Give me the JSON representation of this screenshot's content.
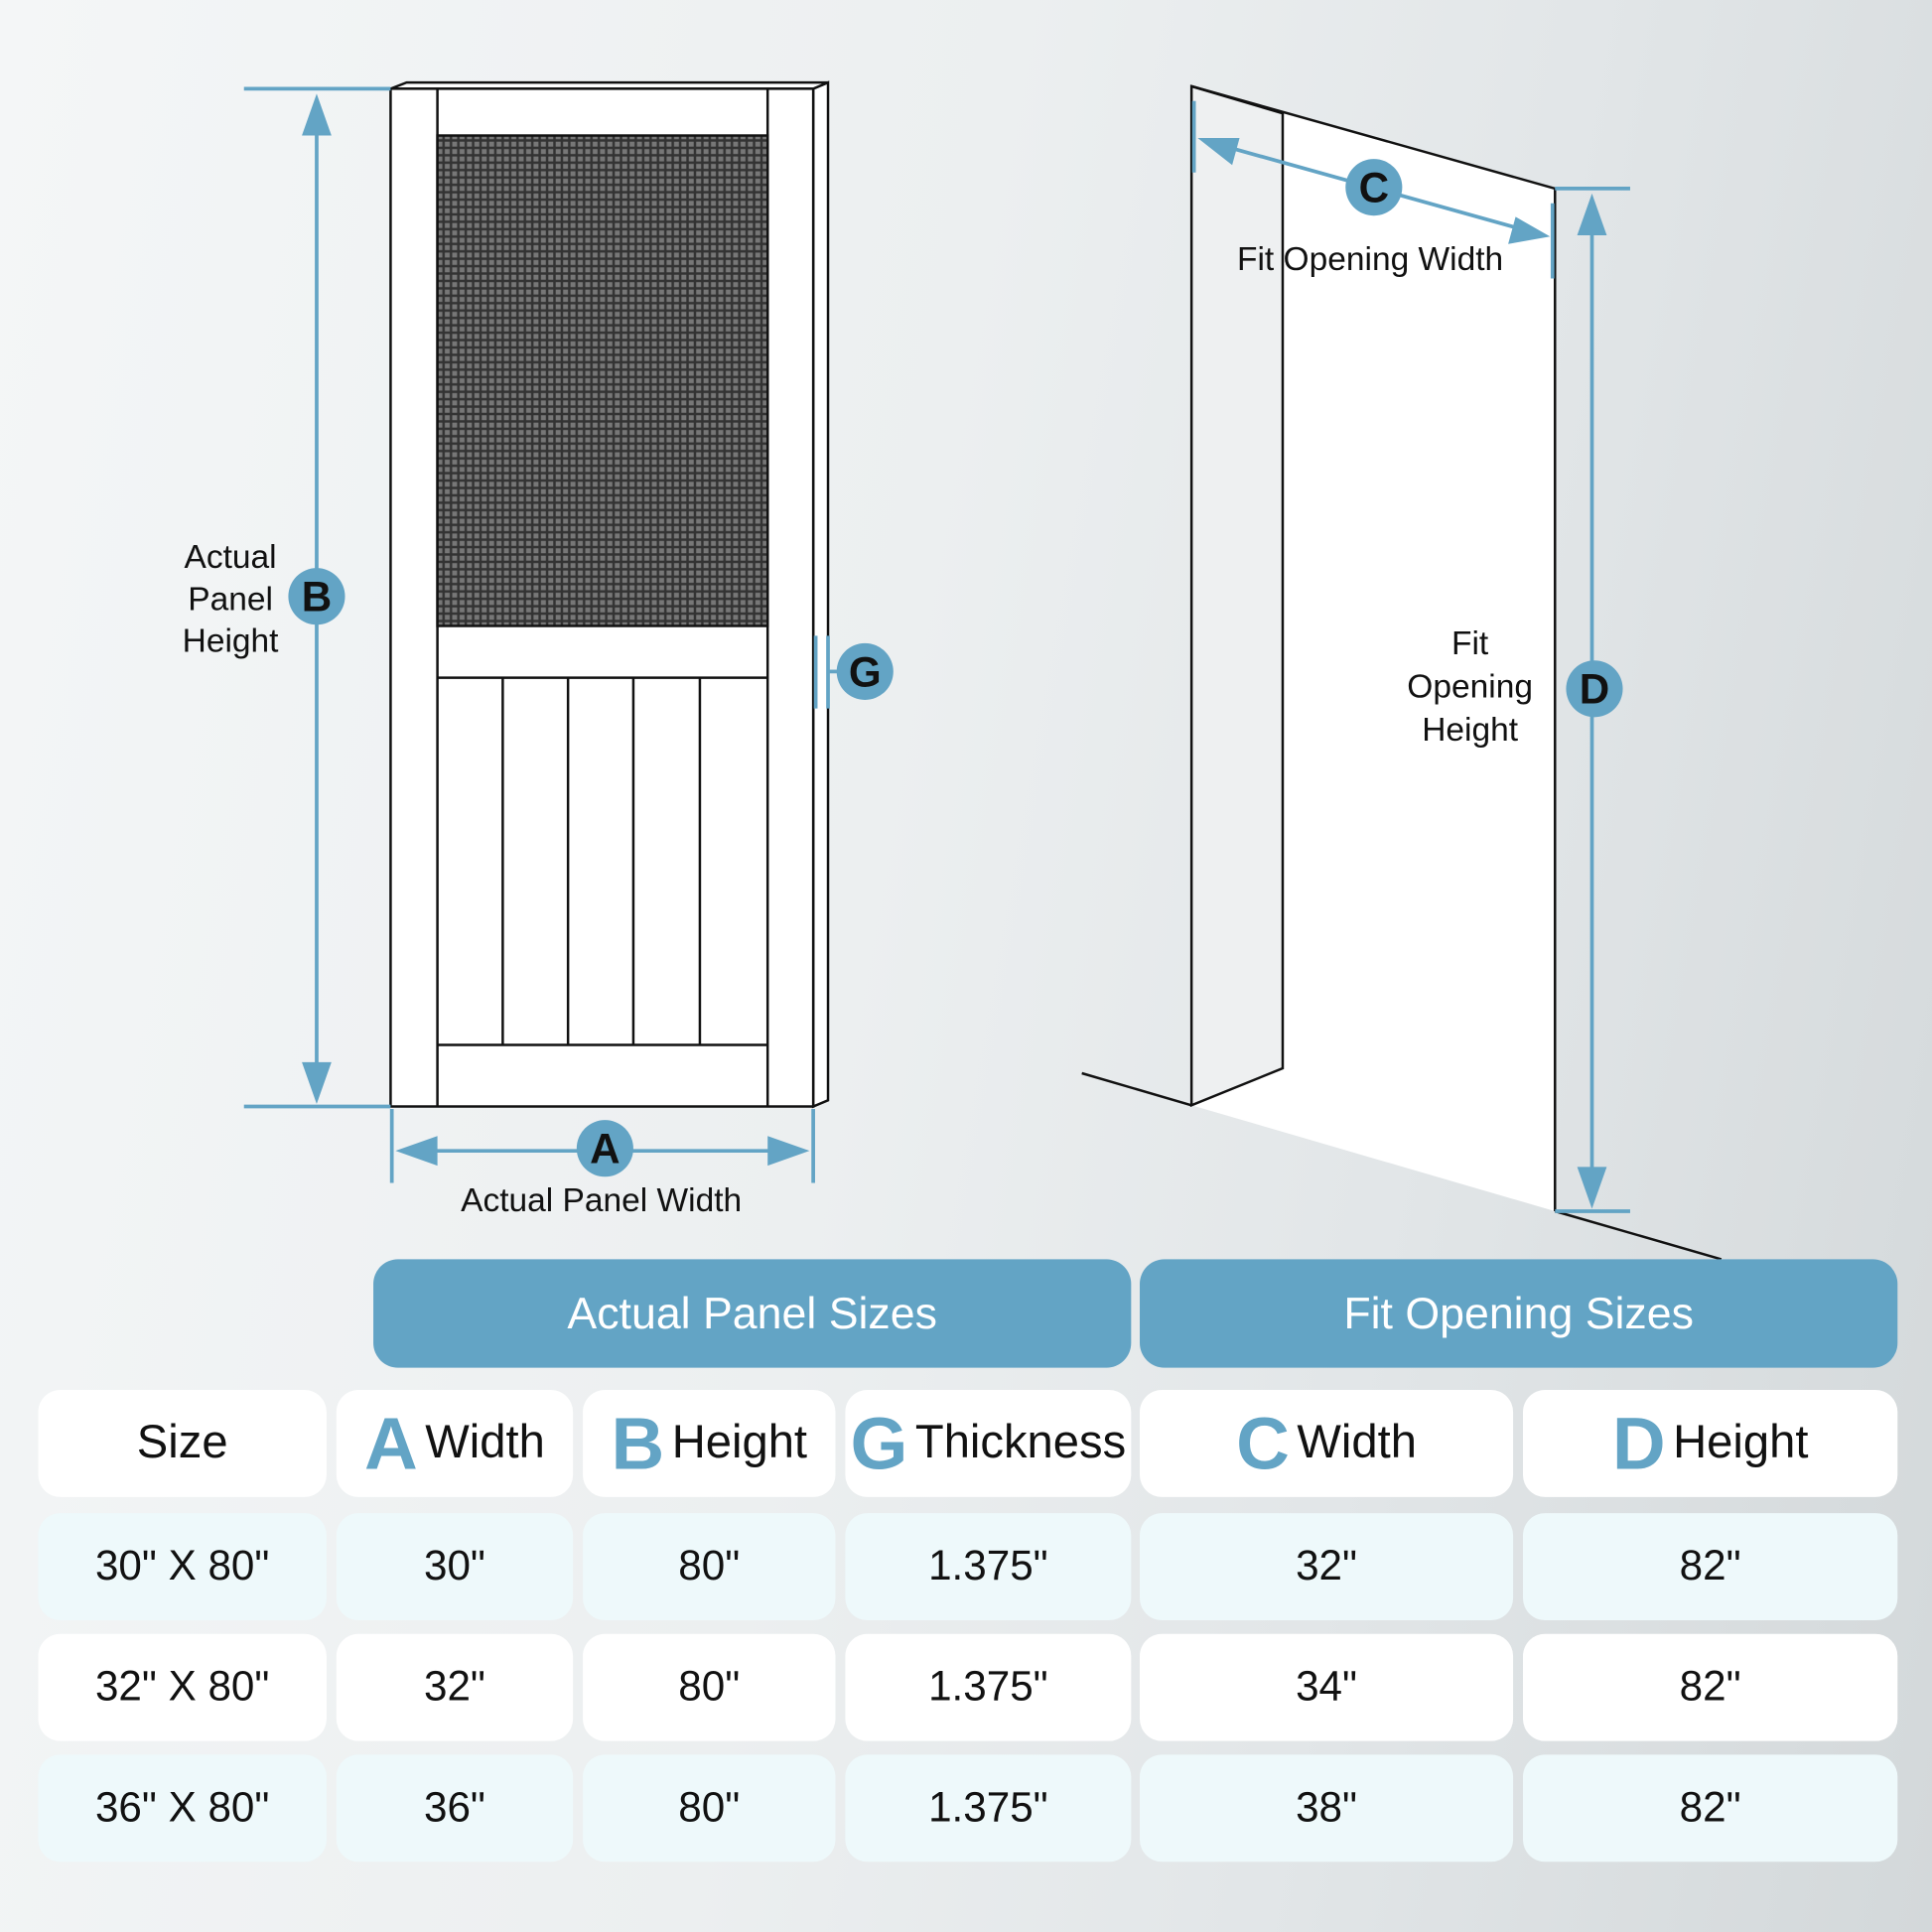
{
  "diagram": {
    "labels": {
      "A": "A",
      "B": "B",
      "C": "C",
      "D": "D",
      "G": "G",
      "actual_panel_height": [
        "Actual",
        "Panel",
        "Height"
      ],
      "actual_panel_width": "Actual Panel Width",
      "fit_opening_width": "Fit Opening Width",
      "fit_opening_height": [
        "Fit",
        "Opening",
        "Height"
      ]
    },
    "accent_color": "#63a4c5"
  },
  "table": {
    "groups": [
      "Actual Panel Sizes",
      "Fit Opening Sizes"
    ],
    "headers": [
      {
        "letter": "",
        "label": "Size"
      },
      {
        "letter": "A",
        "label": "Width"
      },
      {
        "letter": "B",
        "label": "Height"
      },
      {
        "letter": "G",
        "label": "Thickness"
      },
      {
        "letter": "C",
        "label": "Width"
      },
      {
        "letter": "D",
        "label": "Height"
      }
    ],
    "rows": [
      [
        "30\" X 80\"",
        "30\"",
        "80\"",
        "1.375\"",
        "32\"",
        "82\""
      ],
      [
        "32\" X 80\"",
        "32\"",
        "80\"",
        "1.375\"",
        "34\"",
        "82\""
      ],
      [
        "36\" X 80\"",
        "36\"",
        "80\"",
        "1.375\"",
        "38\"",
        "82\""
      ]
    ]
  }
}
